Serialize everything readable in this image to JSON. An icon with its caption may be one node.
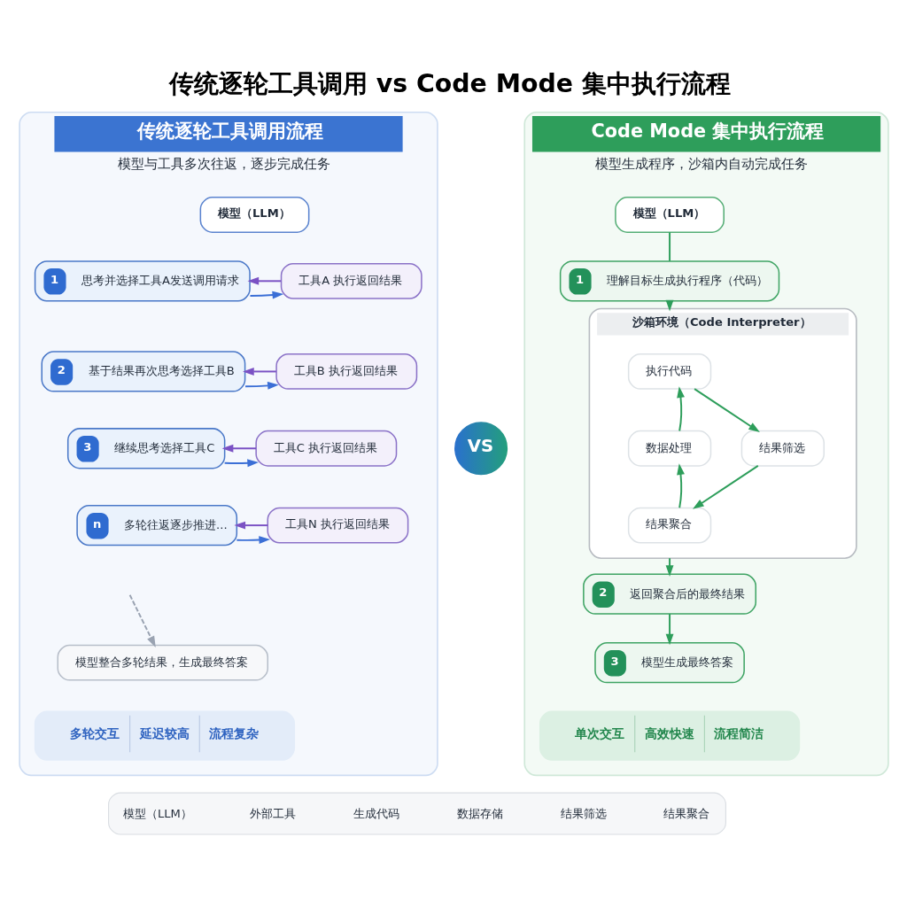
{
  "diagram": {
    "title": "传统逐轮工具调用 vs Code Mode 集中执行流程",
    "nodes": [
      {
        "text": [
          "传统逐轮工具调用流程",
          "模型与工具多次往返，逐步完成任务"
        ]
      },
      {
        "text": [
          "模型（LLM）"
        ],
        "in": 0
      },
      {
        "text": [
          "1",
          "思考并选择工具A发送调用请求"
        ],
        "in": 0
      },
      {
        "text": [
          "工具A 执行返回结果"
        ],
        "in": 0
      },
      {
        "text": [
          "2",
          "基于结果再次思考选择工具B"
        ],
        "in": 0
      },
      {
        "text": [
          "工具B 执行返回结果"
        ],
        "in": 0
      },
      {
        "text": [
          "3",
          "继续思考选择工具C"
        ],
        "in": 0
      },
      {
        "text": [
          "工具C 执行返回结果"
        ],
        "in": 0
      },
      {
        "text": [
          "n",
          "多轮往返逐步推进..."
        ],
        "in": 0
      },
      {
        "text": [
          "工具N 执行返回结果"
        ],
        "in": 0
      },
      {
        "text": [
          "模型整合多轮结果，生成最终答案"
        ],
        "in": 0
      },
      {
        "text": [
          "多轮交互",
          "延迟较高",
          "流程复杂"
        ],
        "in": 0
      },
      {
        "text": [
          "VS"
        ]
      },
      {
        "text": [
          "Code Mode 集中执行流程",
          "模型生成程序，沙箱内自动完成任务"
        ]
      },
      {
        "text": [
          "模型（LLM）"
        ],
        "in": 13
      },
      {
        "text": [
          "1",
          "理解目标生成执行程序（代码）"
        ],
        "in": 13
      },
      {
        "text": [
          "沙箱环境（Code Interpreter）"
        ],
        "in": 13
      },
      {
        "text": [
          "执行代码"
        ],
        "in": 16
      },
      {
        "text": [
          "数据处理"
        ],
        "in": 16
      },
      {
        "text": [
          "结果筛选"
        ],
        "in": 16
      },
      {
        "text": [
          "结果聚合"
        ],
        "in": 16
      },
      {
        "text": [
          "2",
          "返回聚合后的最终结果"
        ],
        "in": 13
      },
      {
        "text": [
          "3",
          "模型生成最终答案"
        ],
        "in": 13
      },
      {
        "text": [
          "单次交互",
          "高效快速",
          "流程简洁"
        ],
        "in": 13
      }
    ],
    "edges": [
      {
        "from": 2,
        "to": 3,
        "arrow": "to",
        "color": "#3b6fd6"
      },
      {
        "from": 3,
        "to": 2,
        "arrow": "to",
        "color": "#7b52c4"
      },
      {
        "from": 4,
        "to": 5,
        "arrow": "to",
        "color": "#3b6fd6"
      },
      {
        "from": 5,
        "to": 4,
        "arrow": "to",
        "color": "#7b52c4"
      },
      {
        "from": 6,
        "to": 7,
        "arrow": "to",
        "color": "#3b6fd6"
      },
      {
        "from": 7,
        "to": 6,
        "arrow": "to",
        "color": "#7b52c4"
      },
      {
        "from": 8,
        "to": 9,
        "arrow": "to",
        "color": "#3b6fd6"
      },
      {
        "from": 9,
        "to": 8,
        "arrow": "to",
        "color": "#7b52c4"
      },
      {
        "from": null,
        "to": 10,
        "arrow": "to",
        "style": "dashed",
        "color": "#9aa3b2"
      },
      {
        "from": 14,
        "to": 15,
        "arrow": "none"
      },
      {
        "from": 15,
        "to": 16,
        "arrow": "to"
      },
      {
        "from": 17,
        "to": 19,
        "arrow": "to"
      },
      {
        "from": 19,
        "to": 20,
        "arrow": "to"
      },
      {
        "from": 20,
        "to": 18,
        "arrow": "to"
      },
      {
        "from": 18,
        "to": 17,
        "arrow": "to"
      },
      {
        "from": 16,
        "to": 21,
        "arrow": "to"
      },
      {
        "from": 21,
        "to": 22,
        "arrow": "to"
      }
    ],
    "legend": [
      {
        "text": "模型（LLM）"
      },
      {
        "text": "外部工具"
      },
      {
        "text": "生成代码"
      },
      {
        "text": "数据存储"
      },
      {
        "text": "结果筛选"
      },
      {
        "text": "结果聚合"
      }
    ]
  }
}
